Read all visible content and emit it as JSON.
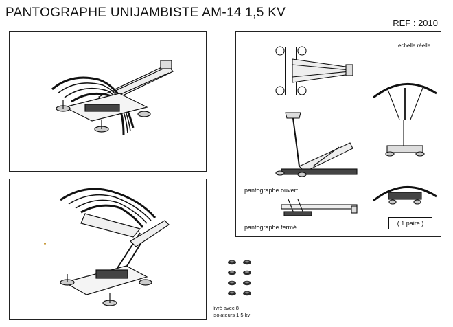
{
  "header": {
    "title": "PANTOGRAPHE UNIJAMBISTE AM-14 1,5 KV",
    "ref": "REF : 2010"
  },
  "views": {
    "scale_label": "echelle réelle",
    "open_label": "pantographe ouvert",
    "closed_label": "pantographe fermé",
    "pair_label": "( 1 paire )"
  },
  "footer": {
    "note_line1": "livré avec 8",
    "note_line2": "isolateurs 1,5 kv",
    "insulator_count": 8
  }
}
